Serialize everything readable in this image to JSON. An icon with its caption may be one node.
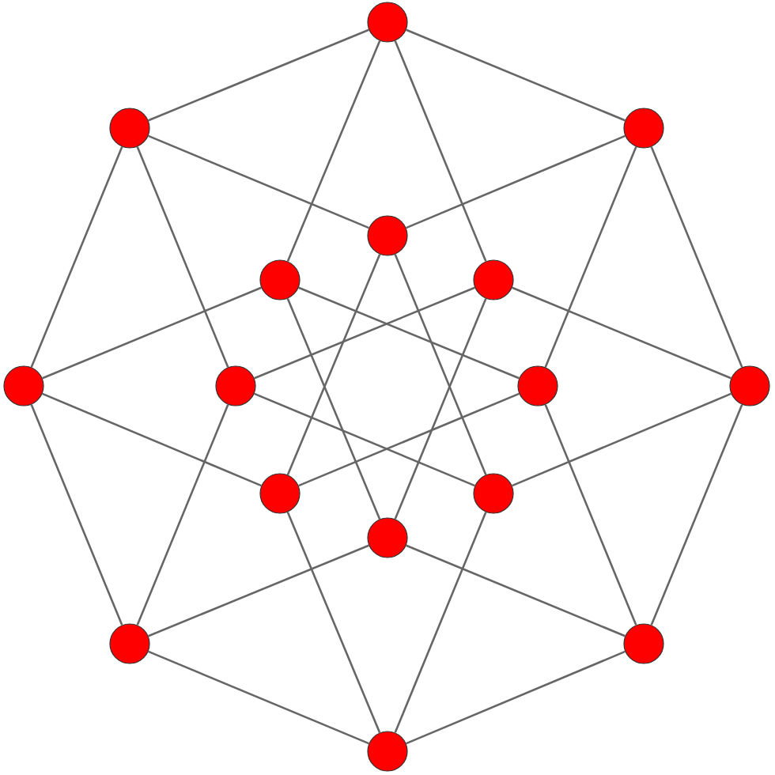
{
  "diagram": {
    "nodes": [
      {
        "text": [],
        "shape": "circle"
      },
      {
        "text": [],
        "shape": "circle"
      },
      {
        "text": [],
        "shape": "circle"
      },
      {
        "text": [],
        "shape": "circle"
      },
      {
        "text": [],
        "shape": "circle"
      },
      {
        "text": [],
        "shape": "circle"
      },
      {
        "text": [],
        "shape": "circle"
      },
      {
        "text": [],
        "shape": "circle"
      },
      {
        "text": [],
        "shape": "circle"
      },
      {
        "text": [],
        "shape": "circle"
      },
      {
        "text": [],
        "shape": "circle"
      },
      {
        "text": [],
        "shape": "circle"
      },
      {
        "text": [],
        "shape": "circle"
      },
      {
        "text": [],
        "shape": "circle"
      },
      {
        "text": [],
        "shape": "circle"
      },
      {
        "text": [],
        "shape": "circle"
      }
    ],
    "edges": [
      {
        "from": 0,
        "to": 2,
        "arrow": "none"
      },
      {
        "from": 2,
        "to": 9,
        "arrow": "none"
      },
      {
        "from": 9,
        "to": 14,
        "arrow": "none"
      },
      {
        "from": 14,
        "to": 15,
        "arrow": "none"
      },
      {
        "from": 15,
        "to": 13,
        "arrow": "none"
      },
      {
        "from": 13,
        "to": 6,
        "arrow": "none"
      },
      {
        "from": 6,
        "to": 1,
        "arrow": "none"
      },
      {
        "from": 1,
        "to": 0,
        "arrow": "none"
      },
      {
        "from": 0,
        "to": 5,
        "arrow": "none"
      },
      {
        "from": 2,
        "to": 8,
        "arrow": "none"
      },
      {
        "from": 9,
        "to": 11,
        "arrow": "none"
      },
      {
        "from": 14,
        "to": 12,
        "arrow": "none"
      },
      {
        "from": 15,
        "to": 10,
        "arrow": "none"
      },
      {
        "from": 13,
        "to": 7,
        "arrow": "none"
      },
      {
        "from": 6,
        "to": 4,
        "arrow": "none"
      },
      {
        "from": 1,
        "to": 3,
        "arrow": "none"
      },
      {
        "from": 0,
        "to": 4,
        "arrow": "none"
      },
      {
        "from": 2,
        "to": 3,
        "arrow": "none"
      },
      {
        "from": 9,
        "to": 5,
        "arrow": "none"
      },
      {
        "from": 14,
        "to": 8,
        "arrow": "none"
      },
      {
        "from": 15,
        "to": 11,
        "arrow": "none"
      },
      {
        "from": 13,
        "to": 12,
        "arrow": "none"
      },
      {
        "from": 6,
        "to": 10,
        "arrow": "none"
      },
      {
        "from": 1,
        "to": 7,
        "arrow": "none"
      },
      {
        "from": 3,
        "to": 11,
        "arrow": "none"
      },
      {
        "from": 5,
        "to": 12,
        "arrow": "none"
      },
      {
        "from": 8,
        "to": 10,
        "arrow": "none"
      },
      {
        "from": 11,
        "to": 7,
        "arrow": "none"
      },
      {
        "from": 12,
        "to": 4,
        "arrow": "none"
      },
      {
        "from": 10,
        "to": 3,
        "arrow": "none"
      },
      {
        "from": 7,
        "to": 5,
        "arrow": "none"
      },
      {
        "from": 4,
        "to": 8,
        "arrow": "none"
      }
    ]
  }
}
